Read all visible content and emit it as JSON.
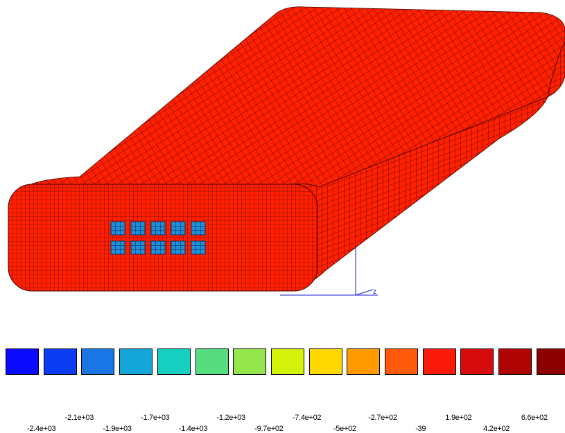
{
  "axis": {
    "z_label": "z"
  },
  "legend": {
    "colors": [
      "#0a0afc",
      "#0a3cf2",
      "#1a76e4",
      "#14a6d8",
      "#16cfbe",
      "#56dd80",
      "#94e64c",
      "#d2f20a",
      "#ffd800",
      "#ff9a00",
      "#ff5a0a",
      "#fb1a0a",
      "#d60c0c",
      "#ae0404",
      "#8a0000"
    ],
    "upper_labels": [
      "-2.1e+03",
      "-1.7e+03",
      "-1.2e+03",
      "-7.4e+02",
      "-2.7e+02",
      "1.9e+02",
      "6.6e+02"
    ],
    "lower_labels": [
      "-2.4e+03",
      "-1.9e+03",
      "-1.4e+03",
      "-9.7e+02",
      "-5e+02",
      "-39",
      "4.2e+02"
    ]
  },
  "mesh": {
    "body_color": "#ff2000",
    "patch_color": "#1e8fd8"
  }
}
